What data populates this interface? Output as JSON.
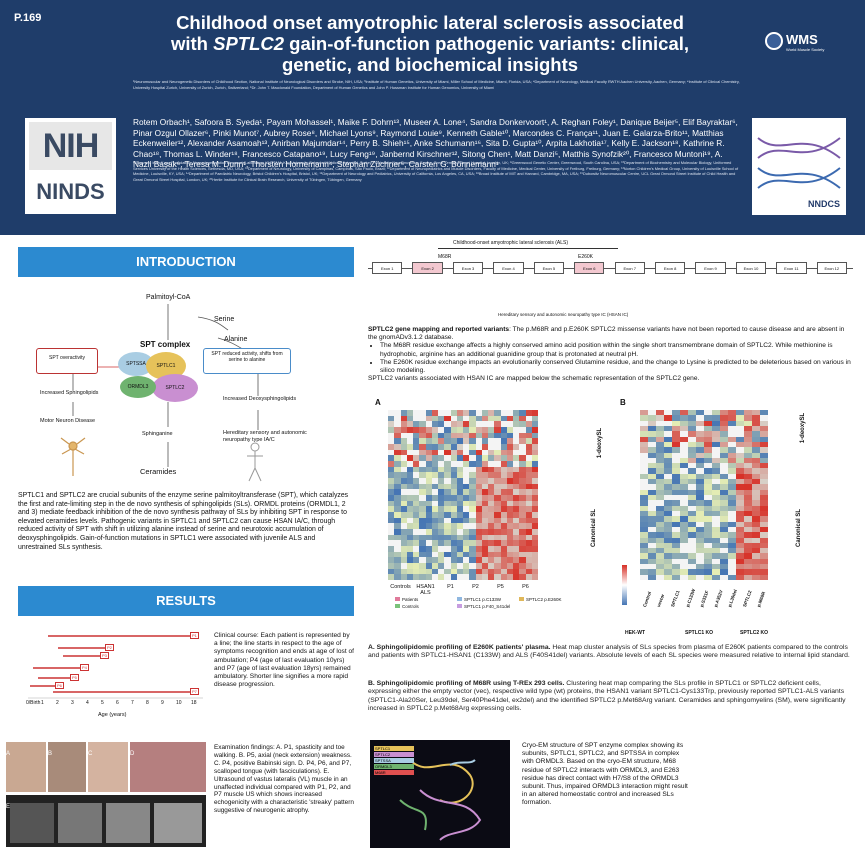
{
  "poster": {
    "number": "P.169",
    "title_line1": "Childhood onset amyotrophic lateral sclerosis associated",
    "title_line2_pre": "with ",
    "title_line2_gene": "SPTLC2",
    "title_line2_post": " gain-of-function pathogenic variants: clinical,",
    "title_line3": "genetic, and biochemical insights",
    "wms_logo": "WMS",
    "wms_sub": "World Muscle Society",
    "nih_logo_top": "NIH",
    "nih_logo_bottom": "NINDS",
    "nndcs_logo": "NNDCS",
    "authors": "Rotem Orbach¹, Safoora B. Syeda¹, Payam Mohassel¹, Maike F. Dohrn¹³, Museer A. Lone⁴, Sandra Donkervoort¹, A. Reghan Foley¹, Danique Beijer⁵, Elif Bayraktar⁶, Pinar Ozgul Ollazer⁶, Pinki Munot⁷, Aubrey Rose⁸, Michael Lyons⁹, Raymond Louie⁹, Kenneth Gable¹⁰, Marcondes C. França¹¹, Juan E. Galarza-Brito¹¹, Matthias Eckenweiler¹², Alexander Asamoah¹³, Anirban Majumdar¹⁴, Perry B. Shieh¹⁵, Anke Schumann¹⁶, Sita D. Gupta¹⁰, Arpita Lakhotia¹⁷, Kelly E. Jackson¹⁸, Kathrine R. Chao¹⁸, Thomas L. Winder¹⁸, Francesco Catapano¹⁹, Lucy Feng¹⁹, Janbernd Kirschner¹², Sitong Chen¹, Matt Danzi⁵, Matthis Synofzik²⁰, Francesco Muntoni¹⁹, A. Nazli Başak⁶, Teresa M. Dunn¹, Thorsten Hornemann⁴, Stephan Züchner⁵, Carsten G. Bönnemann¹",
    "affiliations_a": "¹Neuromuscular and Neurogenetic Disorders of Childhood Section, National Institute of Neurological Disorders and Stroke, NIH, USA; ³Institute of Human Genetics, University of Miami, Miller School of Medicine, Miami, Florida, USA; ⁴Department of Neurology, Medical Faculty RWTH Aachen University, Aachen, Germany; ⁴Institute of Clinical Chemistry, University Hospital Zurich, University of Zurich, Zurich, Switzerland; ⁵Dr. John T. Macdonald Foundation, Department of Human Genetics and John P. Hussman Institute for Human Genomics, University of Miami",
    "affiliations_b": "⁶Suna and Inan Kıraç Foundation, Neurodegeneration Research Laboratory, KUTTAM, Koç University School of Medicine, Istanbul, Turkey; ⁷Dubowitz Neuromuscular Centre, Great Ormond Street Hospital, London, UK; ⁸Greenwood Genetic Center, Greenwood, South Carolina, USA; ¹⁰Department of Biochemistry and Molecular Biology, Uniformed Services University of the Health Sciences, Bethesda, MD, USA; ¹¹Department of Neurology, University of Campinas, Campinas, São Paulo, Brazil; ¹²Department of Neuropediatrics and Muscle Disorders, Faculty of Medicine, Medical Center, University of Freiburg, Freiburg, Germany; ¹³Norton Children's Medical Group, University of Louisville School of Medicine, Louisville, KY, USA; ¹⁴Department of Paediatric Neurology, Bristol Children's Hospital, Bristol, UK; ¹⁵Department of Neurology and Pediatrics, University of California, Los Angeles, CA, USA; ¹⁸Broad Institute of MIT and Harvard, Cambridge, MA, USA; ¹⁹Dubowitz Neuromuscular Centre, UCL Great Ormond Street Institute of Child Health and Great Ormond Street Hospital, London, UK; ²⁰Hertie Institute for Clinical Brain Research, University of Tübingen, Tübingen, Germany",
    "intro_heading": "INTRODUCTION",
    "results_heading": "RESULTS",
    "pathway": {
      "palmitoyl": "Palmitoyl-CoA",
      "serine": "Serine",
      "alanine": "Alanine",
      "complex": "SPT complex",
      "sptssa": "SPTSSA",
      "sptlc1": "SPTLC1",
      "sptlc2": "SPTLC2",
      "ormdl3": "ORMDL3",
      "spt_overactivity": "SPT overactivity",
      "increased_sl": "Increased Sphingolipids",
      "motor_neuron": "Motor Neuron Disease",
      "spt_reduced": "SPT reduced activity, shifts from serine to alanine",
      "increased_deoxy": "Increased Deoxysphingolipids",
      "hsan": "Hereditary sensory and autonomic neuropathy type IA/C",
      "sphinganine": "Sphinganine",
      "ceramides": "Ceramides"
    },
    "intro_text": "SPTLC1 and SPTLC2 are crucial subunits of the enzyme serine palmitoyltransferase (SPT), which catalyzes the first and rate-limiting step in the de novo synthesis of sphingolipids (SLs). ORMDL proteins (ORMDL1, 2 and 3) mediate feedback inhibition of the de novo synthesis pathway of SLs by inhibiting SPT in response to elevated ceramides levels. Pathogenic variants in SPTLC1 and SPTLC2 can cause HSAN IA/C, through reduced activity of SPT with shift in utilizing alanine instead of serine and neurotoxic accumulation of deoxysphingolipids. Gain-of-function mutations in SPTLC1 were associated with juvenile ALS and unrestrained SLs synthesis.",
    "timeline_ticks": [
      "0/Birth",
      "1",
      "2",
      "3",
      "4",
      "5",
      "6",
      "7",
      "8",
      "9",
      "10",
      "18"
    ],
    "timeline_axis": "Age (years)",
    "patients": [
      "P1",
      "P2",
      "P3",
      "P4",
      "P5",
      "P6",
      "P7"
    ],
    "clinical_course": "Clinical course: Each patient is represented by a line; the line starts in respect to the age of symptoms recognition and ends at age of lost of ambulation; P4 (age of last evaluation 10yrs) and P7 (age of last evaluation 18yrs) remained ambulatory. Shorter line signifies a more rapid disease progression.",
    "exam_findings": "Examination findings: A. P1, spasticity and toe walking. B. P5, axial (neck extension) weakness. C. P4, positive Babinski sign. D. P4, P6, and P7, scalloped tongue (with fasciculations). E. Ultrasound of vastus lateralis (VL) muscle in an unaffected individual compared with P1, P2, and P7 muscle US which shows increased echogenicity with a characteristic 'streaky' pattern suggestive of neurogenic atrophy.",
    "photo_labels": [
      "A",
      "B",
      "C",
      "D",
      "E"
    ],
    "gene_title": "Childhood-onset amyotrophic lateral sclerosis (ALS)",
    "exons": [
      "Exon 1",
      "Exon 2",
      "Exon 3",
      "Exon 4",
      "Exon 5",
      "Exon 6",
      "Exon 7",
      "Exon 8",
      "Exon 9",
      "Exon 10",
      "Exon 11",
      "Exon 12"
    ],
    "variant_top_left": "M68R",
    "variant_top_right": "E260K",
    "hsan_label": "Hereditary sensory and autonomic neuropathy type IC (HSAN IC)",
    "gene_caption_title": "SPTLC2 gene mapping and reported variants",
    "gene_caption": "The p.M68R and p.E260K SPTLC2 missense variants have not been reported to cause disease and are absent in the gnomADv3.1.2 database.",
    "bullet1": "The M68R residue exchange affects a highly conserved amino acid position within the single short transmembrane domain of SPTLC2. While methionine is hydrophobic, arginine has an additional guanidine group that is protonated at neutral pH.",
    "bullet2": "The E260K residue exchange impacts an evolutionarily conserved Glutamine residue, and the change to Lysine is predicted to be deleterious based on various in silico modeling.",
    "gene_caption_end": "SPTLC2 variants associated with HSAN IC are mapped below the schematic representation of the SPTLC2 gene.",
    "panel_a": "A",
    "panel_b": "B",
    "heat_a_groups": [
      "Controls",
      "HSAN1 ALS",
      "P1",
      "P2",
      "P5",
      "P6"
    ],
    "heat_a_side": [
      "1-deoxySL",
      "Canonical SL"
    ],
    "heat_b_side": [
      "1-deoxySL",
      "Canonical SL"
    ],
    "heat_b_cols": [
      "Control",
      "vector",
      "SPTLC1",
      "p.C133W",
      "p.S331F",
      "p.A352V",
      "p.L39del",
      "SPTLC2",
      "p.M68R"
    ],
    "heat_b_groups": [
      "HEK-WT",
      "SPTLC1 KO",
      "SPTLC2 KO"
    ],
    "legend_a": [
      "Patients",
      "SPTLC1 p.C133W",
      "SPTLC2 p.E260K",
      "Controls",
      "SPTLC1 p.F40_S41del"
    ],
    "caption_a_title": "A. Sphingolipidomic profiling of E260K patients' plasma.",
    "caption_a": "Heat map cluster analysis of SLs species from plasma of E260K patients compared to the controls and patients with SPTLC1-HSAN1 (C133W) and ALS (F40S41del) variants. Absolute levels of each SL species were measured relative to internal lipid standard.",
    "caption_b_title": "B. Sphingolipidomic profiling of M68R using T-REx 293 cells.",
    "caption_b": "Clustering heat map comparing the SLs profile in SPTLC1 or SPTLC2 deficient cells, expressing either the empty vector (vec), respective wild type (wt) proteins, the HSAN1 variant SPTLC1-Cys133Trp, previously reported SPTLC1-ALS variants (SPTLC1-Ala20Ser, Leu39del, Ser40Phe41del, ex2del) and the identified SPTLC2 p.Met68Arg variant. Ceramides and sphingomyelins (SM), were significantly increased in SPTLC2 p.Met68Arg expressing cells.",
    "cryo_text": "Cryo-EM structure of SPT enzyme complex showing its subunits, SPTLC1, SPTLC2, and SPTSSA in complex with ORMDL3. Based on the cryo-EM structure, M68 residue of SPTLC2 interacts with ORMDL3, and E263 residue has direct contact with H7/S8 of the ORMDL3 subunit. Thus, impaired ORMDL3 interaction might result in an altered homeostatic control and increased SLs formation.",
    "cryo_legend": [
      "SPTLC1",
      "SPTLC2",
      "SPTSSA",
      "ORMDL3",
      "M68R"
    ]
  },
  "colors": {
    "header_bg": "#1f3d6a",
    "band": "#2c8ad0",
    "heat_high": "#d73027",
    "heat_low": "#4575b4"
  }
}
